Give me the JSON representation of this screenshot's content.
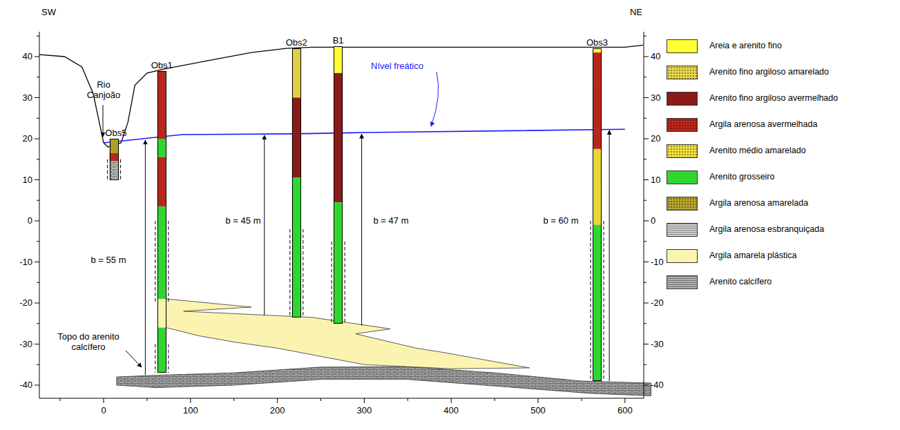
{
  "diagram": {
    "nodes": [
      {
        "text": [
          "Obs5"
        ]
      },
      {
        "text": [
          "Obs1"
        ]
      },
      {
        "text": [
          "Obs2"
        ]
      },
      {
        "text": [
          "B1"
        ]
      },
      {
        "text": [
          "Obs3"
        ]
      }
    ],
    "labels": [
      "SW",
      "NE",
      "40",
      "30",
      "20",
      "10",
      "0",
      "-10",
      "-20",
      "-30",
      "-40",
      "40",
      "30",
      "20",
      "10",
      "0",
      "-10",
      "-20",
      "-30",
      "-40",
      "0",
      "100",
      "200",
      "300",
      "400",
      "500",
      "600",
      "Rio Canjoão",
      "Nível freático",
      "b = 55 m",
      "b = 45 m",
      "b = 47 m",
      "b = 60 m",
      "Topo do arenito calcífero"
    ],
    "legend": [
      {
        "text": "Areia e arenito fino",
        "color": "#ffff33"
      },
      {
        "text": "Arenito fino argiloso amarelado",
        "color": "#ead64a"
      },
      {
        "text": "Arenito fino argiloso avermelhado",
        "color": "#8b1a1a"
      },
      {
        "text": "Argila arenosa avermelhada",
        "color": "#c0281e"
      },
      {
        "text": "Arenito médio amarelado",
        "color": "#f3df3a"
      },
      {
        "text": "Arenito grosseiro",
        "color": "#2fd62f"
      },
      {
        "text": "Argila arenosa amarelada",
        "color": "#b7a52a"
      },
      {
        "text": "Argila arenosa esbranquiçada",
        "color": "#cfcfcf"
      },
      {
        "text": "Argila amarela plástica",
        "color": "#fbf3b0"
      },
      {
        "text": "Arenito calcífero",
        "color": "#b0b0b0"
      }
    ]
  }
}
